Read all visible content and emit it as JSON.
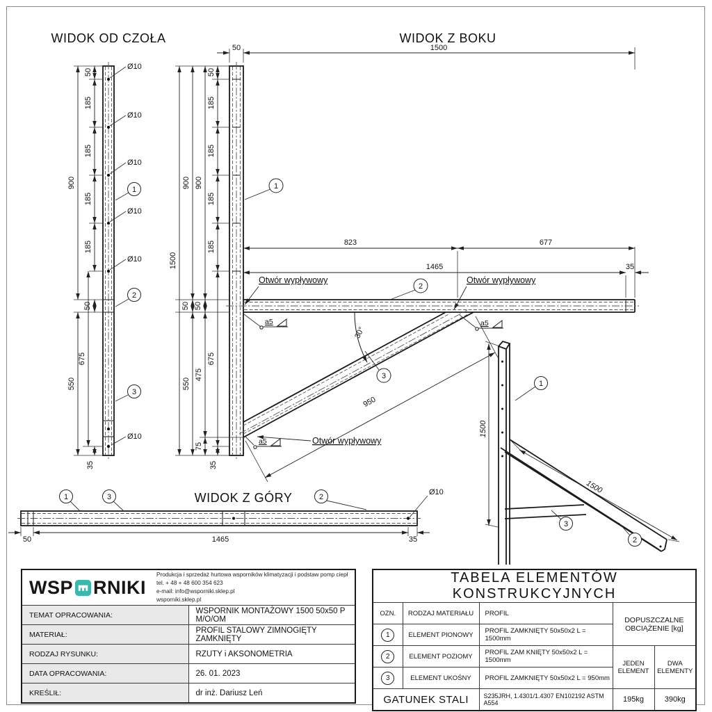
{
  "drawing": {
    "front_view": {
      "title": "WIDOK OD CZOŁA"
    },
    "side_view": {
      "title": "WIDOK Z BOKU"
    },
    "top_view": {
      "title": "WIDOK Z GÓRY"
    },
    "dims": {
      "d35": "35",
      "d50": "50",
      "d75": "75",
      "d185": "185",
      "d475": "475",
      "d550": "550",
      "d675": "675",
      "d677": "677",
      "d823": "823",
      "d900": "900",
      "d950": "950",
      "d1465": "1465",
      "d1500": "1500",
      "angle30": "30°"
    },
    "labels": {
      "hole_dia": "Ø10",
      "outflow_hole": "Otwór wypływowy",
      "weld": "a5"
    },
    "balloons": {
      "b1": "1",
      "b2": "2",
      "b3": "3"
    }
  },
  "title_block": {
    "logo": {
      "left": "WSP",
      "right": "RNIKI"
    },
    "accent_color": "#3bb7ae",
    "company_lines": [
      "Produkcja i sprzedaż hurtowa wsporników klimatyzacji i podstaw pomp ciepła",
      "tel. + 48 + 48 600 354 623",
      "e-mail: info@wsporniki.sklep.pl",
      "wsporniki.sklep.pl"
    ],
    "rows": [
      {
        "label": "TEMAT OPRACOWANIA:",
        "value": "WSPORNIK MONTAŻOWY 1500 50x50 P M/O/OM"
      },
      {
        "label": "MATERIAŁ:",
        "value": "PROFIL STALOWY ZIMNOGIĘTY ZAMKNIĘTY"
      },
      {
        "label": "RODZAJ RYSUNKU:",
        "value": "RZUTY i AKSONOMETRIA"
      },
      {
        "label": "DATA OPRACOWANIA:",
        "value": "26. 01. 2023"
      },
      {
        "label": "KREŚLIŁ:",
        "value": "dr inż. Dariusz Leń"
      }
    ]
  },
  "elements_table": {
    "title": "TABELA ELEMENTÓW KONSTRUKCYJNYCH",
    "headers": {
      "ozn": "OZN.",
      "rodzaj": "RODZAJ MATERIAŁU",
      "profil": "PROFIL",
      "load": "DOPUSZCZALNE OBCIĄŻENIE [kg]"
    },
    "rows": [
      {
        "ozn": "1",
        "rodzaj": "ELEMENT PIONOWY",
        "profil": "PROFIL ZAMKNIĘTY 50x50x2 L = 1500mm"
      },
      {
        "ozn": "2",
        "rodzaj": "ELEMENT POZIOMY",
        "profil": "PROFIL ZAM KNIĘTY 50x50x2 L = 1500mm"
      },
      {
        "ozn": "3",
        "rodzaj": "ELEMENT UKOŚNY",
        "profil": "PROFIL ZAMKNIĘTY 50x50x2 L = 950mm"
      }
    ],
    "load_headers": {
      "one": "JEDEN ELEMENT",
      "two": "DWA ELEMENTY"
    },
    "footer": {
      "label": "GATUNEK STALI",
      "value": "S235JRH, 1.4301/1.4307 EN102192 ASTM A554",
      "one": "195kg",
      "two": "390kg"
    }
  }
}
